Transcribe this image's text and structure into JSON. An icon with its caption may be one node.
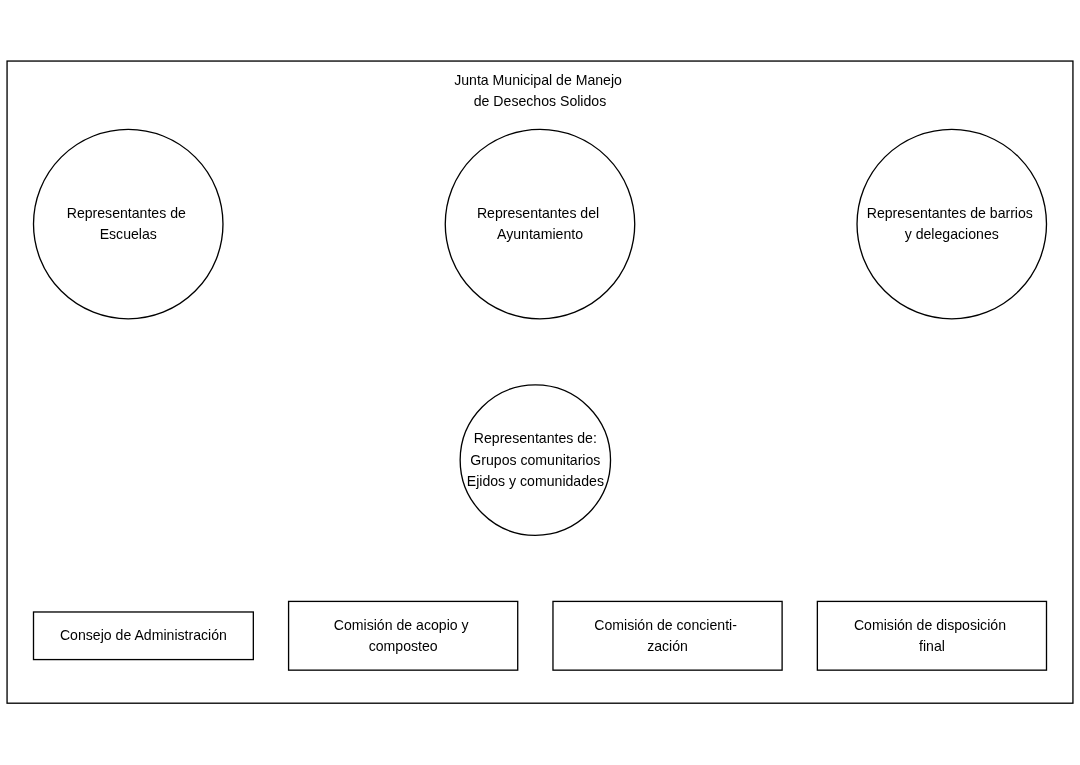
{
  "diagram": {
    "nodes": [
      {
        "text": [
          "Junta Municipal de Manejo de Desechos Solidos"
        ]
      },
      {
        "text": [
          "Representantes de Escuelas"
        ],
        "in": 0
      },
      {
        "text": [
          "Representantes del Ayuntamiento"
        ],
        "in": 0
      },
      {
        "text": [
          "Representantes de barrios y delegaciones"
        ],
        "in": 0
      },
      {
        "text": [
          "Representantes de:",
          "Grupos comunitarios",
          "Ejidos y comunidades"
        ],
        "in": 0
      },
      {
        "text": [
          "Consejo de Administración"
        ],
        "in": 0
      },
      {
        "text": [
          "Comisión de acopio y composteo"
        ],
        "in": 0
      },
      {
        "text": [
          "Comisión de concienti- zación"
        ],
        "in": 0
      },
      {
        "text": [
          "Comisión de disposición final"
        ],
        "in": 0
      }
    ]
  }
}
